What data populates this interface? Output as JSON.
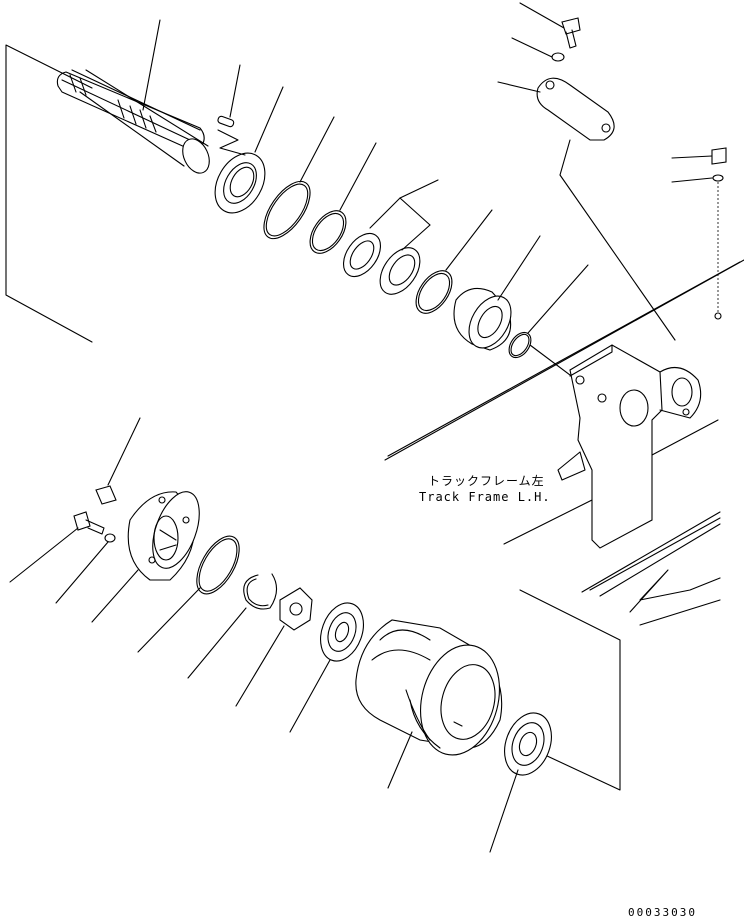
{
  "diagram": {
    "labels": {
      "frame_jp": "トラックフレーム左",
      "frame_en": "Track Frame L.H.",
      "drawing_code": "00033030"
    }
  }
}
